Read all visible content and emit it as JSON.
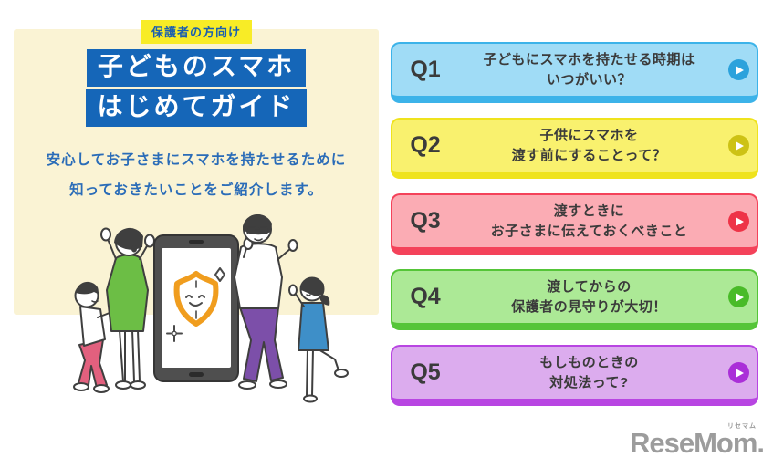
{
  "hero": {
    "badge": "保護者の方向け",
    "title_line1": "子どものスマホ",
    "title_line2": "はじめてガイド",
    "description_line1": "安心してお子さまにスマホを持たせるために",
    "description_line2": "知っておきたいことをご紹介します。"
  },
  "questions": [
    {
      "id": "Q1",
      "line1": "子どもにスマホを持たせる時期は",
      "line2": "いつがいい？",
      "body_color": "#A0DCF6",
      "accent_color": "#3CB3E9",
      "arrow_color": "#2BA2DC"
    },
    {
      "id": "Q2",
      "line1": "子供にスマホを",
      "line2": "渡す前にすることって？",
      "body_color": "#F9F16E",
      "accent_color": "#EFE31D",
      "arrow_color": "#CDC215"
    },
    {
      "id": "Q3",
      "line1": "渡すときに",
      "line2": "お子さまに伝えておくべきこと",
      "body_color": "#FBACB4",
      "accent_color": "#F4425A",
      "arrow_color": "#EE3347"
    },
    {
      "id": "Q4",
      "line1": "渡してからの",
      "line2": "保護者の見守りが大切！",
      "body_color": "#ACE996",
      "accent_color": "#55C538",
      "arrow_color": "#49BB28"
    },
    {
      "id": "Q5",
      "line1": "もしものときの",
      "line2": "対処法って?",
      "body_color": "#DCACEE",
      "accent_color": "#B845E2",
      "arrow_color": "#AA2FD8"
    }
  ],
  "logo": {
    "text": "ReseMom.",
    "ruby": "リセマム"
  },
  "colors": {
    "panel_bg": "#FAF3D4",
    "badge_bg": "#F8EC26",
    "badge_text": "#1B5FAF",
    "title_bg": "#1566B8",
    "title_text": "#FFFFFF",
    "description_text": "#2A6CB8",
    "card_text": "#3B3B3B",
    "shield_orange": "#F09D1E",
    "mother_dress_green": "#6CBE45",
    "father_pants_purple": "#7C4FA9",
    "boy_pants_pink": "#E2607E",
    "girl_dress_blue": "#3E8FC8",
    "logo_gray": "#9C9C9C"
  }
}
